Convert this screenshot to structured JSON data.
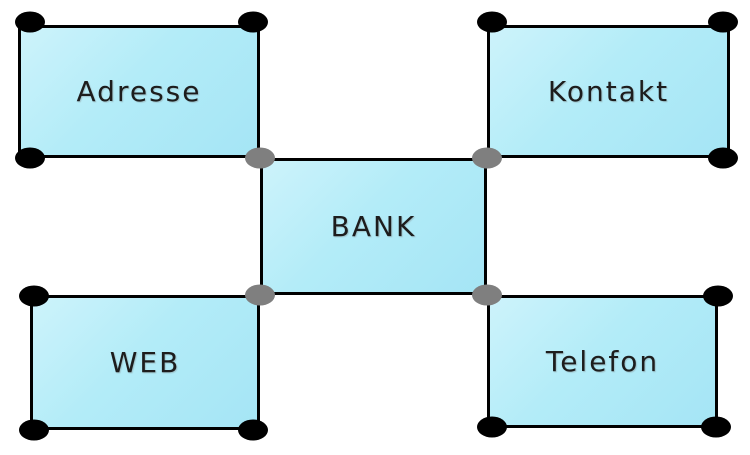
{
  "diagram": {
    "type": "entity-diagram",
    "nodes": [
      {
        "id": "adresse",
        "label": "Adresse"
      },
      {
        "id": "kontakt",
        "label": "Kontakt"
      },
      {
        "id": "bank",
        "label": "BANK"
      },
      {
        "id": "web",
        "label": "WEB"
      },
      {
        "id": "telefon",
        "label": "Telefon"
      }
    ],
    "center_node": "BANK",
    "connections": [
      {
        "from": "Adresse",
        "to": "BANK"
      },
      {
        "from": "Kontakt",
        "to": "BANK"
      },
      {
        "from": "WEB",
        "to": "BANK"
      },
      {
        "from": "Telefon",
        "to": "BANK"
      }
    ],
    "colors": {
      "node_fill": "#b3ecf8",
      "node_border": "#000000",
      "corner_dot": "#000000",
      "junction_dot": "#7f7f7f",
      "background": "#ffffff",
      "label_text": "#1d1d1d"
    }
  }
}
